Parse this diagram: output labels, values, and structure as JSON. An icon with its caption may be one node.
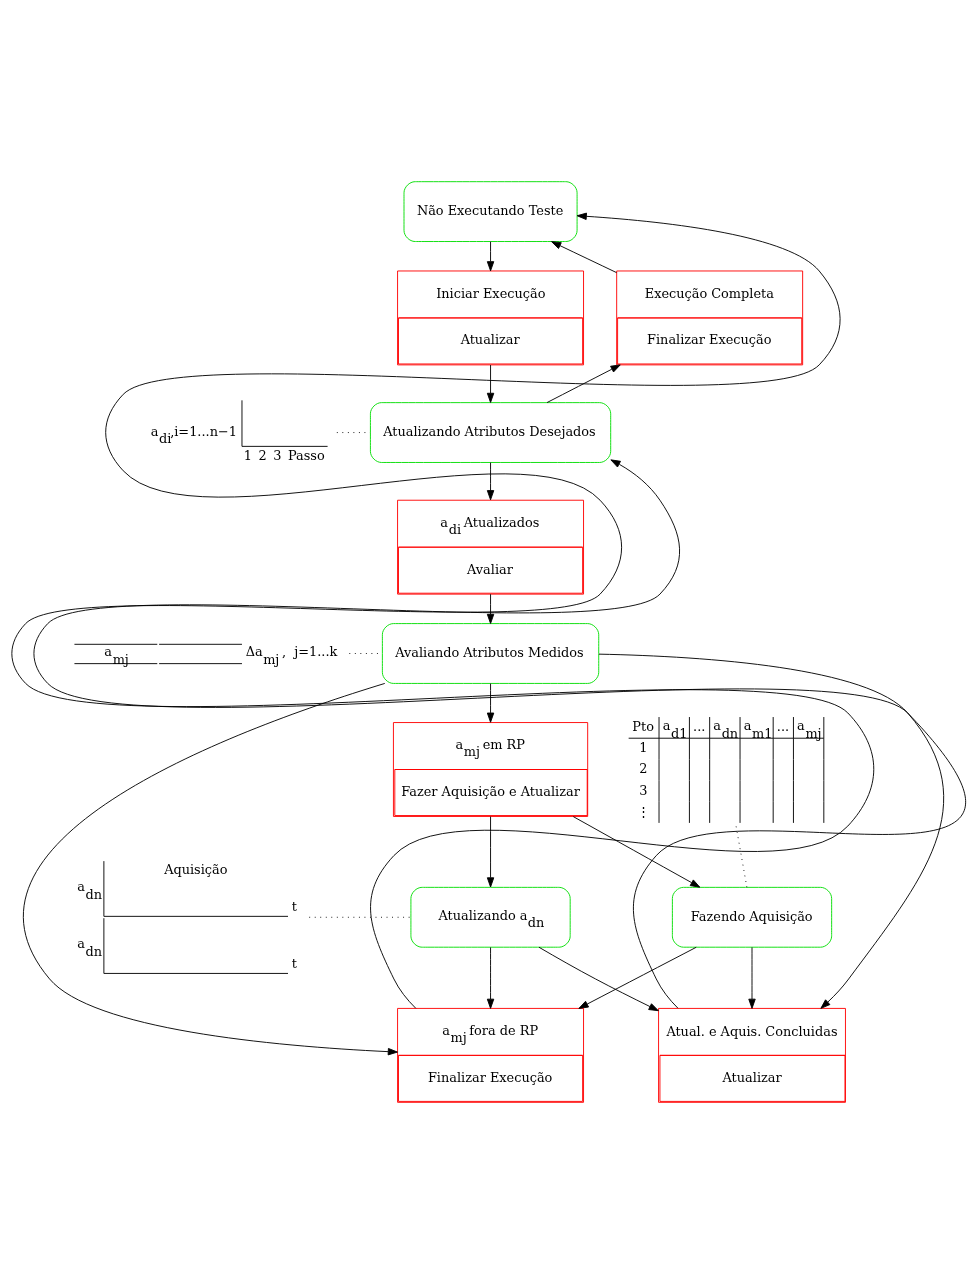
{
  "diagram": {
    "nodes": [
      {
        "text": [
          "Não Executando Teste"
        ]
      },
      {
        "text": [
          "Execução Completa",
          "Finalizar Execução"
        ]
      },
      {
        "text": [
          "Iniciar Execução",
          "Atualizar"
        ]
      },
      {
        "text": [
          "a$_{di}$,i=1...n−1",
          "1",
          "2",
          "3",
          "Passo"
        ]
      },
      {
        "text": [
          "Atualizando Atributos Desejados"
        ]
      },
      {
        "text": [
          "a$_{di}$ Atualizados",
          "Avaliar"
        ]
      },
      {
        "text": [
          "a$_{mj}$",
          "Δa$_{mj}$ ,  j=1...k"
        ]
      },
      {
        "text": [
          "Avaliando Atributos Medidos"
        ]
      },
      {
        "text": [
          "Pto",
          "a$_{d1}$",
          "...",
          "a$_{dn}$",
          "a$_{m1}$",
          "...",
          "a$_{mj}$",
          "1",
          "2",
          "3",
          "⋮"
        ]
      },
      {
        "text": [
          "a$_{mj}$ em RP",
          "Fazer Aquisição e Atualizar"
        ]
      },
      {
        "text": [
          "a$_{dn}$",
          "Aquisição",
          "t",
          "a$_{dn}$",
          "t"
        ]
      },
      {
        "text": [
          "Fazendo Aquisição"
        ]
      },
      {
        "text": [
          "Atualizando a$_{dn}$"
        ]
      },
      {
        "text": [
          "a$_{mj}$ fora de RP",
          "Finalizar Execução"
        ]
      },
      {
        "text": [
          "Atual. e Aquis. Concluidas",
          "Atualizar"
        ]
      }
    ],
    "edges": [
      {
        "from": 0,
        "to": 2,
        "arrow": "to"
      },
      {
        "from": 2,
        "to": 4,
        "arrow": "to"
      },
      {
        "from": 4,
        "to": 1,
        "arrow": "to"
      },
      {
        "from": 1,
        "to": 0,
        "arrow": "to"
      },
      {
        "from": 4,
        "to": 5,
        "arrow": "to"
      },
      {
        "from": 5,
        "to": 7,
        "arrow": "to"
      },
      {
        "from": 7,
        "to": 9,
        "arrow": "to"
      },
      {
        "from": 9,
        "to": 11,
        "arrow": "to"
      },
      {
        "from": 9,
        "to": 12,
        "arrow": "to"
      },
      {
        "from": 7,
        "to": 13,
        "arrow": "to"
      },
      {
        "from": 11,
        "to": 13,
        "arrow": "to"
      },
      {
        "from": 12,
        "to": 13,
        "arrow": "to"
      },
      {
        "from": 11,
        "to": 14,
        "arrow": "to"
      },
      {
        "from": 12,
        "to": 14,
        "arrow": "to"
      },
      {
        "from": 7,
        "to": 14,
        "arrow": "to"
      },
      {
        "from": 14,
        "to": 4,
        "arrow": "to"
      },
      {
        "from": 13,
        "to": 0,
        "arrow": "to"
      },
      {
        "from": 3,
        "to": 4,
        "arrow": "none",
        "style": "dashed"
      },
      {
        "from": 6,
        "to": 7,
        "arrow": "none",
        "style": "dashed"
      },
      {
        "from": 8,
        "to": 11,
        "arrow": "none",
        "style": "dashed"
      },
      {
        "from": 10,
        "to": 12,
        "arrow": "none",
        "style": "dashed"
      }
    ]
  }
}
